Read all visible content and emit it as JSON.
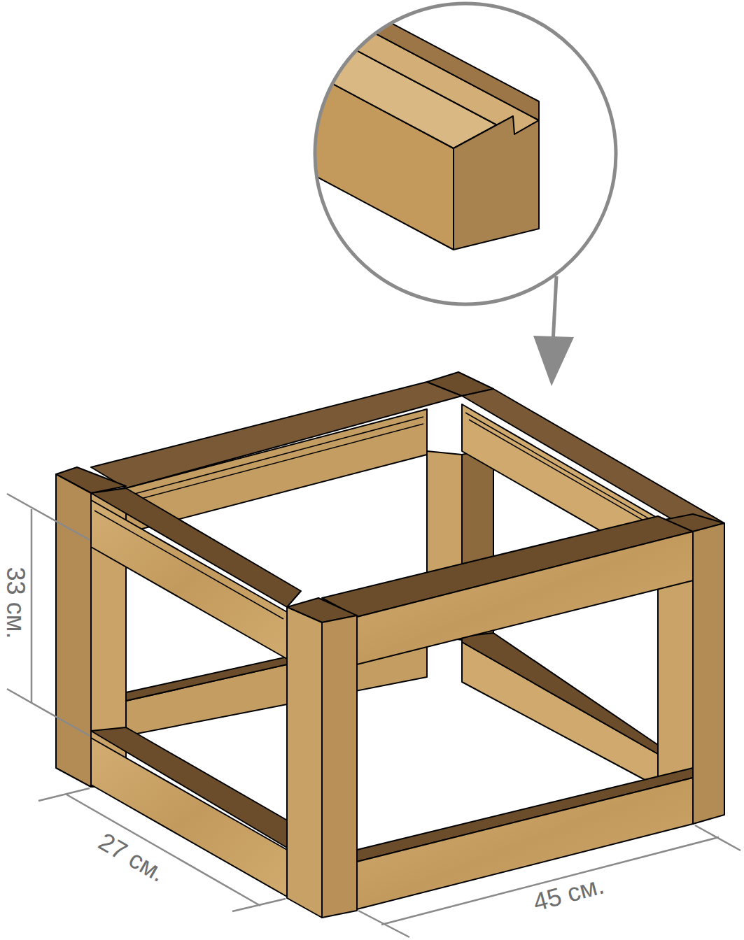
{
  "diagram": {
    "labels": [
      "33 см.",
      "27 см.",
      "45 см."
    ]
  }
}
